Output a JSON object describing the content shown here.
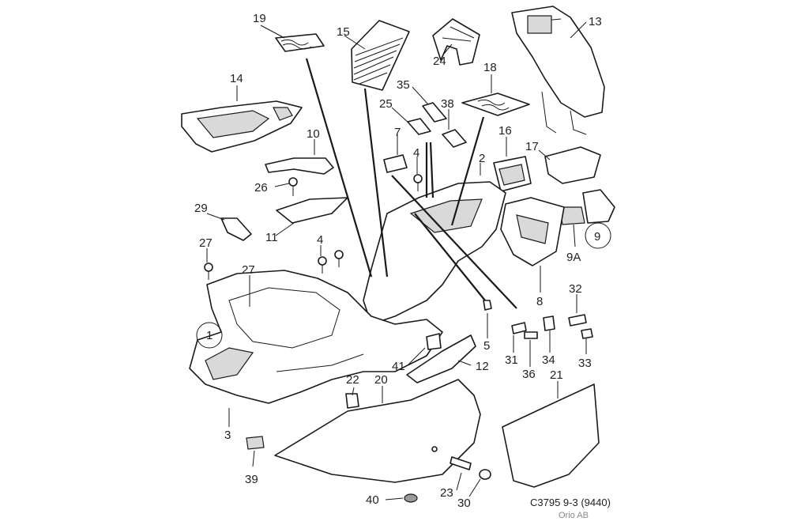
{
  "diagram": {
    "caption": "C3795 9-3 (9440)",
    "credit": "Orio AB",
    "labels": [
      "19",
      "15",
      "24",
      "13",
      "14",
      "35",
      "18",
      "25",
      "38",
      "10",
      "7",
      "16",
      "17",
      "4",
      "2",
      "26",
      "29",
      "9",
      "11",
      "27",
      "4",
      "9A",
      "27",
      "8",
      "32",
      "1",
      "5",
      "31",
      "34",
      "36",
      "33",
      "41",
      "12",
      "22",
      "20",
      "21",
      "3",
      "39",
      "40",
      "23",
      "30"
    ],
    "circled": [
      "1",
      "9"
    ]
  }
}
